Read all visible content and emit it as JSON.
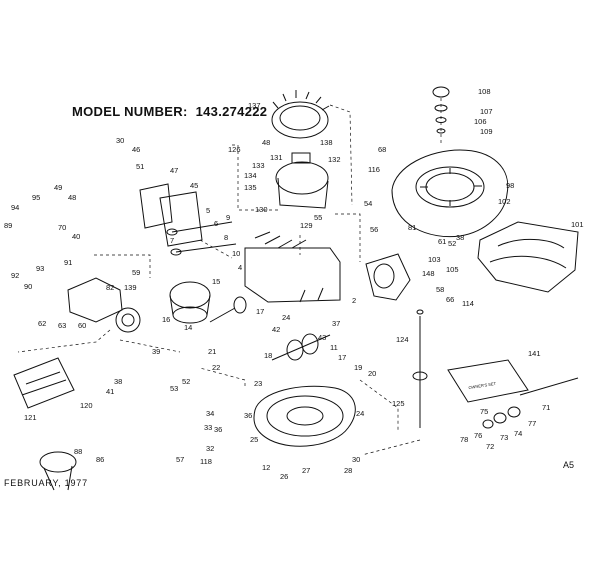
{
  "header": {
    "model_label": "MODEL NUMBER:",
    "model_number": "143.274222"
  },
  "footer": {
    "date": "FEBRUARY, 1977",
    "code": "A5"
  },
  "manual_label": "OWNER'S SET",
  "part_numbers": [
    "108",
    "107",
    "106",
    "109",
    "137",
    "48",
    "138",
    "131",
    "132",
    "133",
    "68",
    "116",
    "98",
    "130",
    "134",
    "135",
    "126",
    "129",
    "55",
    "54",
    "56",
    "102",
    "101",
    "81",
    "61",
    "52",
    "38",
    "103",
    "105",
    "66",
    "114",
    "148",
    "58",
    "30",
    "46",
    "51",
    "47",
    "45",
    "49",
    "48",
    "40",
    "70",
    "95",
    "94",
    "89",
    "91",
    "92",
    "93",
    "90",
    "5",
    "6",
    "9",
    "7",
    "8",
    "10",
    "4",
    "59",
    "82",
    "139",
    "62",
    "63",
    "60",
    "16",
    "14",
    "15",
    "17",
    "2",
    "42",
    "24",
    "37",
    "43",
    "11",
    "124",
    "141",
    "125",
    "120",
    "121",
    "39",
    "38",
    "41",
    "21",
    "18",
    "22",
    "23",
    "53",
    "52",
    "19",
    "20",
    "17",
    "24",
    "36",
    "34",
    "33",
    "32",
    "118",
    "57",
    "26",
    "27",
    "28",
    "30",
    "12",
    "25",
    "78",
    "72",
    "73",
    "74",
    "75",
    "77",
    "71",
    "76",
    "36",
    "86",
    "88"
  ]
}
